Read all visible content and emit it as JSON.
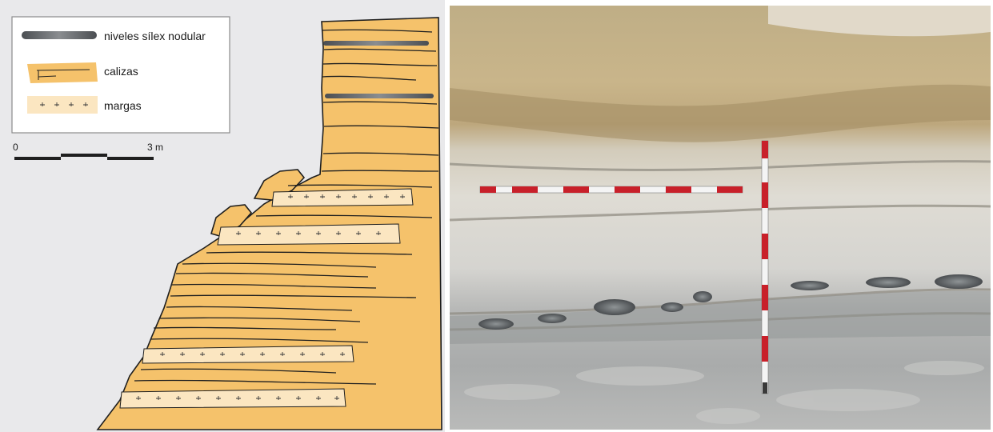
{
  "legend": {
    "items": [
      {
        "key": "flint",
        "label": "niveles sílex nodular"
      },
      {
        "key": "limestone",
        "label": "calizas"
      },
      {
        "key": "marl",
        "label": "margas"
      }
    ]
  },
  "scale_bar": {
    "start_label": "0",
    "end_label": "3 m"
  },
  "colors": {
    "limestone": "#f5c26b",
    "marl": "#fbe6c1",
    "outline": "#1f1f1f",
    "flint": "#6b6e72",
    "panel_bg": "#e9e9eb",
    "ruler_red": "#c8202a",
    "ruler_white": "#f4f4f4"
  }
}
